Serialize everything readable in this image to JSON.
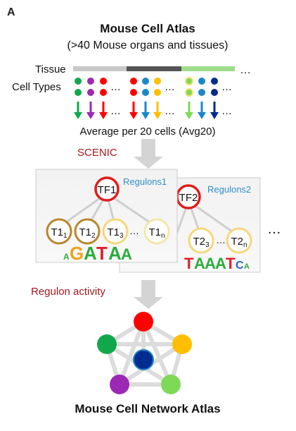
{
  "panel_label": "A",
  "title": "Mouse Cell Atlas",
  "subtitle": "(>40 Mouse organs and tissues)",
  "row_tissue_label": "Tissue",
  "row_celltypes_label": "Cell Types",
  "ellipsis": "…",
  "avg_label": "Average per 20 cells (Avg20)",
  "step1_label": "SCENIC",
  "step2_label": "Regulon activity",
  "regulon1": {
    "name": "Regulons1",
    "tf": "TF1",
    "targets": [
      {
        "base": "T1",
        "sub": "1"
      },
      {
        "base": "T1",
        "sub": "2"
      },
      {
        "base": "T1",
        "sub": "3"
      },
      {
        "base": "T1",
        "sub": "n"
      }
    ],
    "motif": "AGATAA"
  },
  "regulon2": {
    "name": "Regulons2",
    "tf": "TF2",
    "targets": [
      {
        "base": "T2",
        "sub": "3"
      },
      {
        "base": "T2",
        "sub": "n"
      }
    ],
    "motif": "TAAATCA"
  },
  "network_title": "Mouse Cell Network Atlas",
  "colors": {
    "tissue_segments": [
      "#c8c8c8",
      "#555555",
      "#9edc8c"
    ],
    "step_label": "#a3191f",
    "regulon_name": "#2f8ec9",
    "tf_ring": "#e01b1b",
    "target_ring_dark": "#b8862e",
    "target_ring_light": "#f5d77a",
    "big_arrow": "#d4d4d4",
    "network_edges": "#dcdcdc",
    "network_nodes": [
      "#ff0000",
      "#ffbf00",
      "#7ed957",
      "#9b29b4",
      "#11a84b",
      "#002b8f"
    ]
  }
}
